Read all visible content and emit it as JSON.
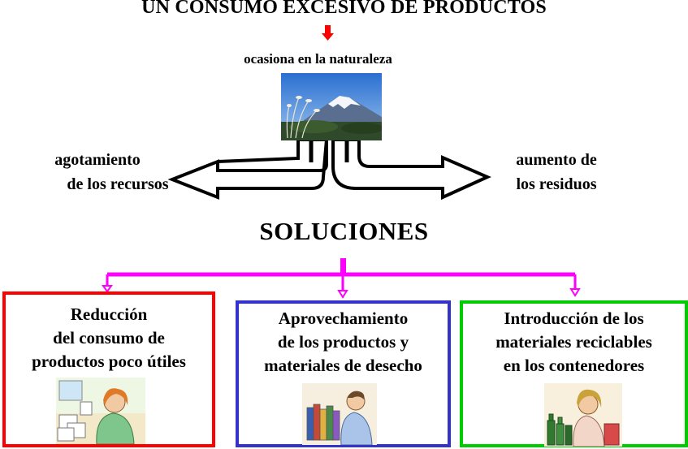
{
  "title": "UN CONSUMO EXCESIVO DE PRODUCTOS",
  "subtitle": "ocasiona en la naturaleza",
  "left_effect": [
    "agotamiento",
    "de los recursos"
  ],
  "right_effect": [
    "aumento de",
    "los residuos"
  ],
  "solutions_heading": "SOLUCIONES",
  "solutions": [
    {
      "lines": [
        "Reducción",
        "del consumo de",
        "productos poco útiles"
      ],
      "border_color": "#ff0000"
    },
    {
      "lines": [
        "Aprovechamiento",
        "de los productos y",
        "materiales de desecho"
      ],
      "border_color": "#3333cc"
    },
    {
      "lines": [
        "Introducción de los",
        "materiales reciclables",
        "en los contenedores"
      ],
      "border_color": "#00cc00"
    }
  ],
  "colors": {
    "down_arrow": "#ff0000",
    "connector": "#ff00ff"
  },
  "images": [
    "mountain-landscape-photo",
    "woman-with-boxes-illustration",
    "man-sorting-books-illustration",
    "woman-recycling-bottles-illustration"
  ]
}
